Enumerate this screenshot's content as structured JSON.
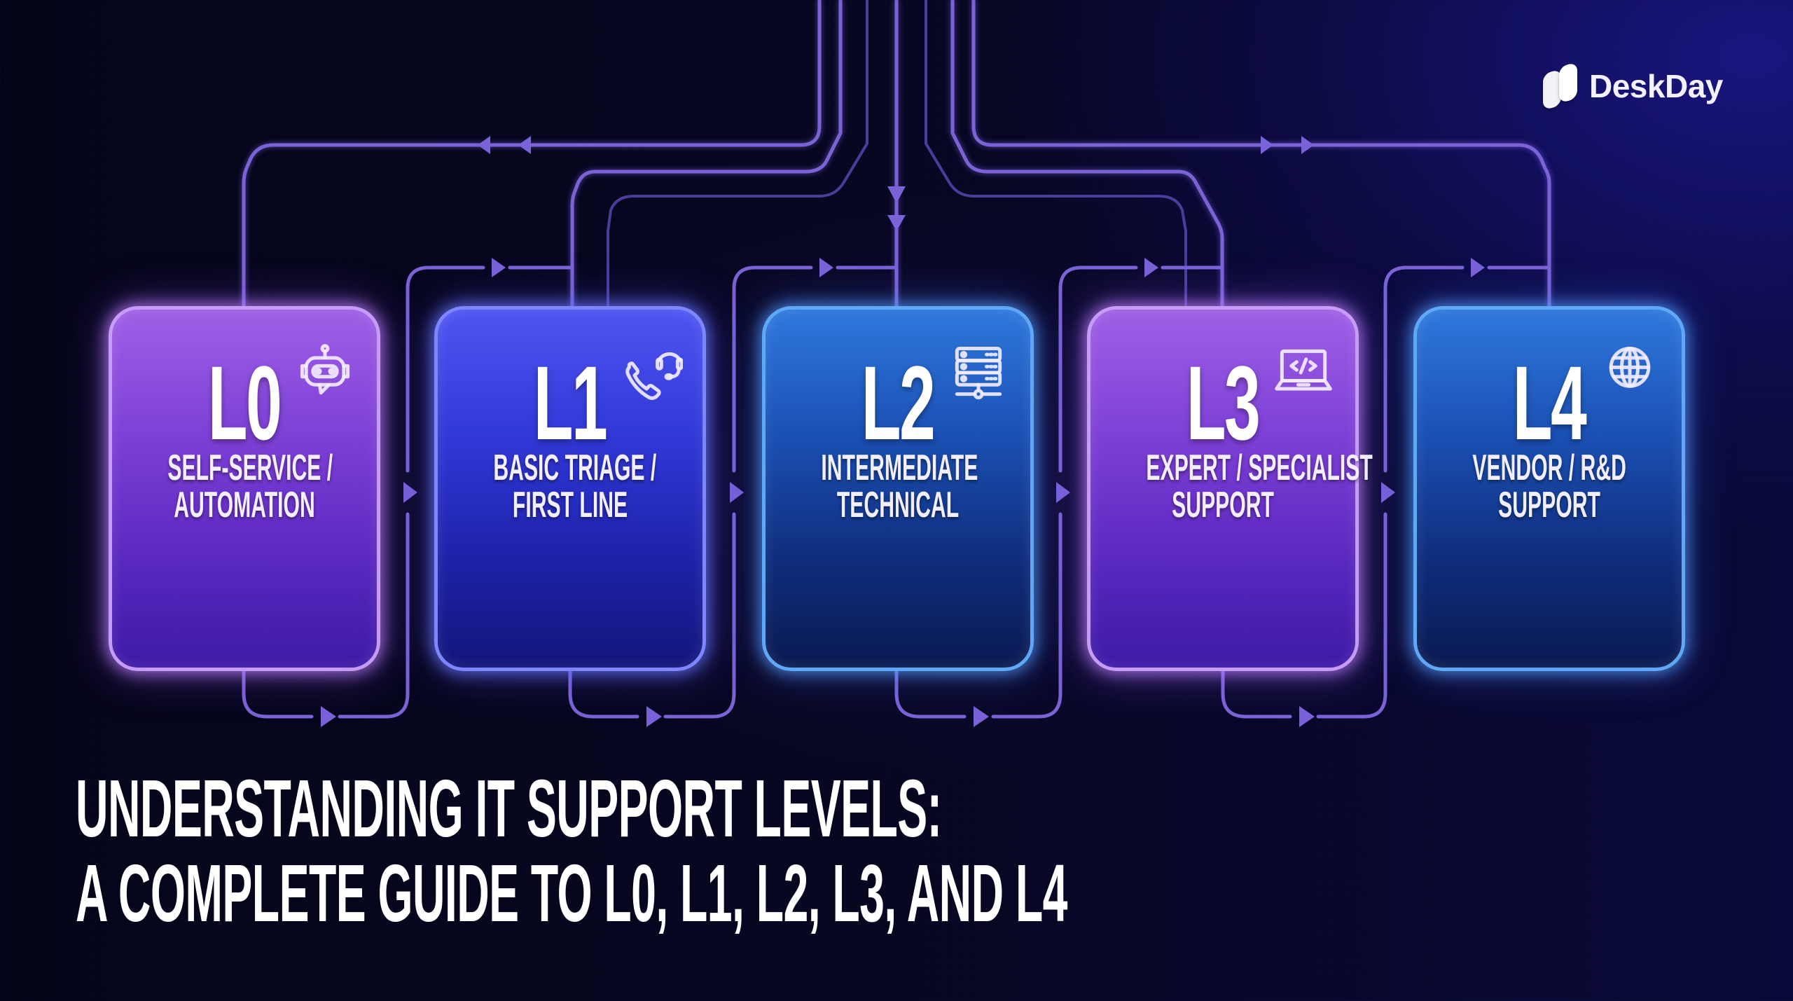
{
  "brand": {
    "logo_text": "DeskDay",
    "logo_icon": "deskday-logo-icon"
  },
  "title": {
    "line1": "UNDERSTANDING IT SUPPORT LEVELS:",
    "line2": "A COMPLETE GUIDE TO L0, L1, L2, L3, AND L4"
  },
  "levels": [
    {
      "id": "L0",
      "label": "L0",
      "subtitle_line1": "SELF-SERVICE /",
      "subtitle_line2": "AUTOMATION",
      "icon": "robot-chat-icon",
      "color": "#9f60e6"
    },
    {
      "id": "L1",
      "label": "L1",
      "subtitle_line1": "BASIC TRIAGE /",
      "subtitle_line2": "FIRST LINE",
      "icon": "headset-phone-icon",
      "color": "#4f55f0"
    },
    {
      "id": "L2",
      "label": "L2",
      "subtitle_line1": "INTERMEDIATE",
      "subtitle_line2": "TECHNICAL",
      "icon": "server-rack-icon",
      "color": "#2f78dc"
    },
    {
      "id": "L3",
      "label": "L3",
      "subtitle_line1": "EXPERT / SPECIALIST",
      "subtitle_line2": "SUPPORT",
      "icon": "laptop-code-icon",
      "color": "#9f60e6"
    },
    {
      "id": "L4",
      "label": "L4",
      "subtitle_line1": "VENDOR / R&D",
      "subtitle_line2": "SUPPORT",
      "icon": "globe-icon",
      "color": "#2f78dc"
    }
  ],
  "colors": {
    "background": "#06061c",
    "wire": "#7b63d6",
    "text": "#ffffff"
  }
}
